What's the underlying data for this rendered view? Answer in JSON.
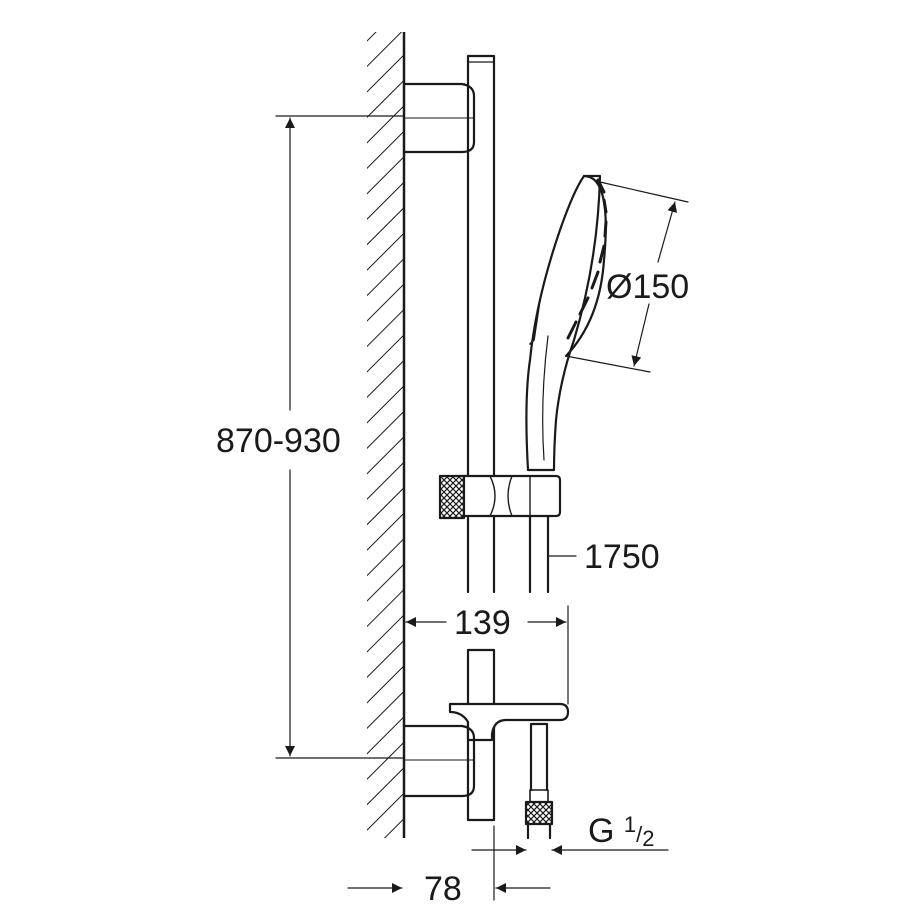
{
  "dimensions": {
    "bar_length": "870-930",
    "head_diameter": "Ø150",
    "hose_length": "1750",
    "projection": "139",
    "wall_offset": "78",
    "thread": {
      "prefix": "G",
      "numerator": "1",
      "denominator": "2"
    }
  },
  "colors": {
    "line": "#1a1a1a",
    "background": "#ffffff"
  }
}
